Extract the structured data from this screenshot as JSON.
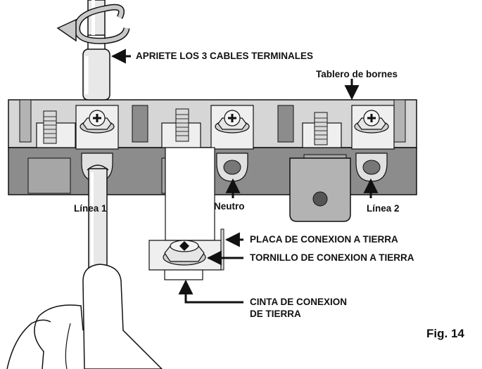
{
  "labels": {
    "tighten": "APRIETE LOS 3 CABLES TERMINALES",
    "terminal_block": "Tablero de bornes",
    "line1": "Línea 1",
    "neutral": "Neutro",
    "line2": "Línea 2",
    "ground_plate": "PLACA DE CONEXION A TIERRA",
    "ground_screw": "TORNILLO DE CONEXION A TIERRA",
    "ground_strap_line1": "CINTA DE CONEXION",
    "ground_strap_line2": "DE TIERRA",
    "figure": "Fig. 14"
  },
  "colors": {
    "block_dark": "#8c8c8c",
    "block_mid": "#b3b3b3",
    "block_light": "#d6d6d6",
    "metal": "#efefef",
    "outline": "#111111"
  }
}
